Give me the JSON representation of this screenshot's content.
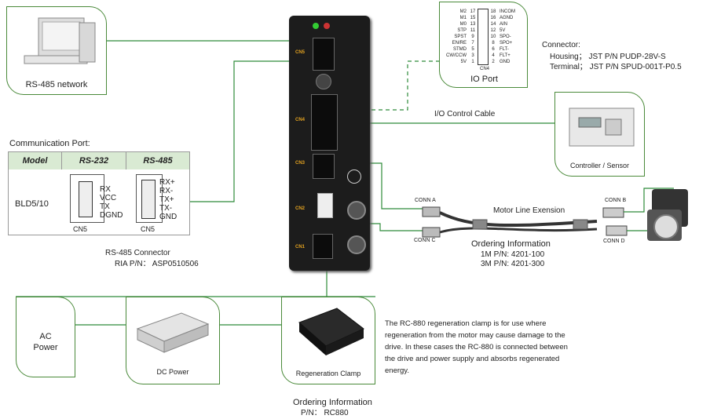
{
  "rs485_network": {
    "label": "RS-485 network"
  },
  "comm_port": {
    "title": "Communication Port:",
    "headers": [
      "Model",
      "RS-232",
      "RS-485"
    ],
    "model": "BLD5/10",
    "rs232_pins": [
      "RX",
      "VCC",
      "TX",
      "DGND"
    ],
    "rs485_pins": [
      "RX+",
      "RX-",
      "TX+",
      "TX-",
      "GND"
    ],
    "rs232_conn": "CN5",
    "rs485_conn": "CN5"
  },
  "rs485_connector": {
    "title": "RS-485 Connector",
    "pn": "RIA P/N： ASP0510506"
  },
  "io_port": {
    "title": "IO Port",
    "left_pins": [
      "M2",
      "M1",
      "M0",
      "STP",
      "SPST",
      "EN/RE",
      "STMD",
      "CW/CCW",
      "5V"
    ],
    "left_nums": [
      "17",
      "15",
      "13",
      "11",
      "9",
      "7",
      "5",
      "3",
      "1"
    ],
    "right_nums": [
      "18",
      "16",
      "14",
      "12",
      "10",
      "8",
      "6",
      "4",
      "2"
    ],
    "right_pins": [
      "INCOM",
      "AGND",
      "AIN",
      "5V",
      "SPO-",
      "SPO+",
      "FLT-",
      "FLT+",
      "GND"
    ],
    "conn": "CN4"
  },
  "connector": {
    "title": "Connector:",
    "housing": "Housing； JST P/N PUDP-28V-S",
    "terminal": "Terminal； JST P/N SPUD-001T-P0.5"
  },
  "io_cable": {
    "label": "I/O Control  Cable"
  },
  "controller": {
    "label": "Controller / Sensor"
  },
  "drive": {
    "cn5": "CN5",
    "cn4": "CN4",
    "cn3": "CN3",
    "cn2": "CN2",
    "cn1": "CN1"
  },
  "motor_line": {
    "label": "Motor Line Exension",
    "conn_a": "CONN  A",
    "conn_b": "CONN  B",
    "conn_c": "CONN  C",
    "conn_d": "CONN  D",
    "ordering_title": "Ordering Information",
    "ordering_1": "1M P/N: 4201-100",
    "ordering_2": "3M P/N: 4201-300"
  },
  "ac_power": {
    "line1": "AC",
    "line2": "Power"
  },
  "dc_power": {
    "label": "DC Power"
  },
  "regen_clamp": {
    "label": "Regeneration Clamp",
    "ordering_title": "Ordering Information",
    "pn": "P/N： RC880"
  },
  "regen_desc": {
    "text": "The RC-880 regeneration clamp is for use where regeneration from the motor may cause damage to the drive. In these cases the RC-880 is connected between the drive and power supply and absorbs regenerated energy."
  },
  "colors": {
    "accent": "#2e7d32",
    "header_bg": "#d9ead3",
    "drive": "#1c1c1c",
    "cn_label": "#e0a020"
  }
}
